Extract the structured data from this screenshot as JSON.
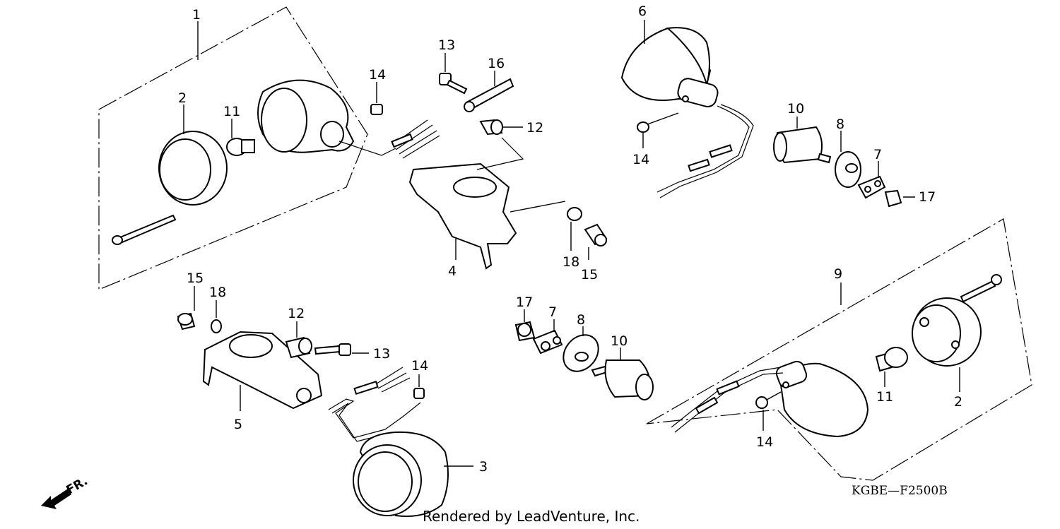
{
  "diagram": {
    "part_labels": {
      "p1": "1",
      "p2a": "2",
      "p2b": "2",
      "p3": "3",
      "p4": "4",
      "p5": "5",
      "p6": "6",
      "p7a": "7",
      "p7b": "7",
      "p8a": "8",
      "p8b": "8",
      "p9": "9",
      "p10a": "10",
      "p10b": "10",
      "p11a": "11",
      "p11b": "11",
      "p12a": "12",
      "p12b": "12",
      "p13a": "13",
      "p13b": "13",
      "p14a": "14",
      "p14b": "14",
      "p14c": "14",
      "p14d": "14",
      "p15a": "15",
      "p15b": "15",
      "p16": "16",
      "p17a": "17",
      "p17b": "17",
      "p18a": "18",
      "p18b": "18"
    },
    "diagram_code": "KGBE—F2500B",
    "direction_label": "FR.",
    "credit": "Rendered by LeadVenture, Inc."
  }
}
